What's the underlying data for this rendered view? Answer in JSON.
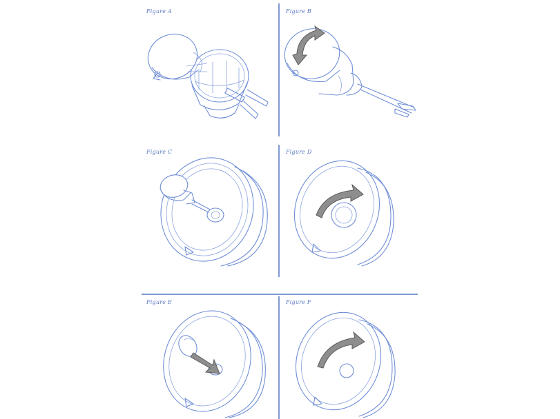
{
  "figures": {
    "a": {
      "label": "Figure A"
    },
    "b": {
      "label": "Figure B"
    },
    "c": {
      "label": "Figure C"
    },
    "d": {
      "label": "Figure D"
    },
    "e": {
      "label": "Figure E"
    },
    "f": {
      "label": "Figure F"
    }
  },
  "colors": {
    "line": "#6f8ed6",
    "divider": "#7f99d3",
    "arrow": "#8e8e8e",
    "label": "#5b79c4"
  },
  "icons": {
    "a": "speaker-cap-exploded-icon",
    "b": "speaker-cap-rotate-icon",
    "c": "speaker-cap-removed-icon",
    "d": "speaker-ring-rotate-icon",
    "e": "speaker-insert-arrow-icon",
    "f": "speaker-rotate-lock-icon"
  }
}
